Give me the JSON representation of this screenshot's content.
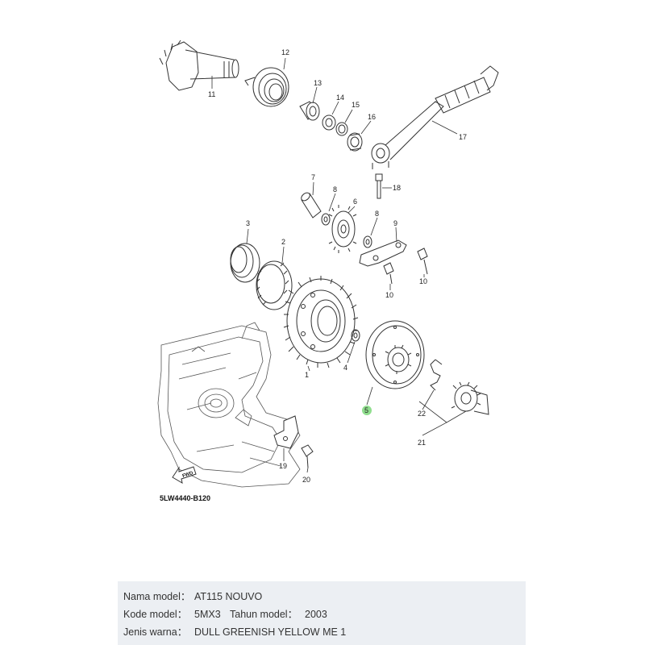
{
  "diagram": {
    "code": "5LW4440-B120",
    "fwd_label": "FWD",
    "labels": [
      {
        "id": "1",
        "text": "1"
      },
      {
        "id": "2",
        "text": "2"
      },
      {
        "id": "3",
        "text": "3"
      },
      {
        "id": "4",
        "text": "4"
      },
      {
        "id": "5",
        "text": "5"
      },
      {
        "id": "6",
        "text": "6"
      },
      {
        "id": "7",
        "text": "7"
      },
      {
        "id": "8a",
        "text": "8"
      },
      {
        "id": "8b",
        "text": "8"
      },
      {
        "id": "9",
        "text": "9"
      },
      {
        "id": "10a",
        "text": "10"
      },
      {
        "id": "10b",
        "text": "10"
      },
      {
        "id": "11",
        "text": "11"
      },
      {
        "id": "12",
        "text": "12"
      },
      {
        "id": "13",
        "text": "13"
      },
      {
        "id": "14",
        "text": "14"
      },
      {
        "id": "15",
        "text": "15"
      },
      {
        "id": "16",
        "text": "16"
      },
      {
        "id": "17",
        "text": "17"
      },
      {
        "id": "18",
        "text": "18"
      },
      {
        "id": "19",
        "text": "19"
      },
      {
        "id": "20",
        "text": "20"
      },
      {
        "id": "21",
        "text": "21"
      },
      {
        "id": "22",
        "text": "22"
      }
    ],
    "highlight_color": "#7dd87a"
  },
  "info": {
    "model_name_label": "Nama model：",
    "model_name_value": "AT115 NOUVO",
    "model_code_label": "Kode model：",
    "model_code_value": "5MX3",
    "model_year_label": "Tahun model：",
    "model_year_value": "2003",
    "color_label": "Jenis warna：",
    "color_value": "DULL GREENISH YELLOW ME 1"
  }
}
